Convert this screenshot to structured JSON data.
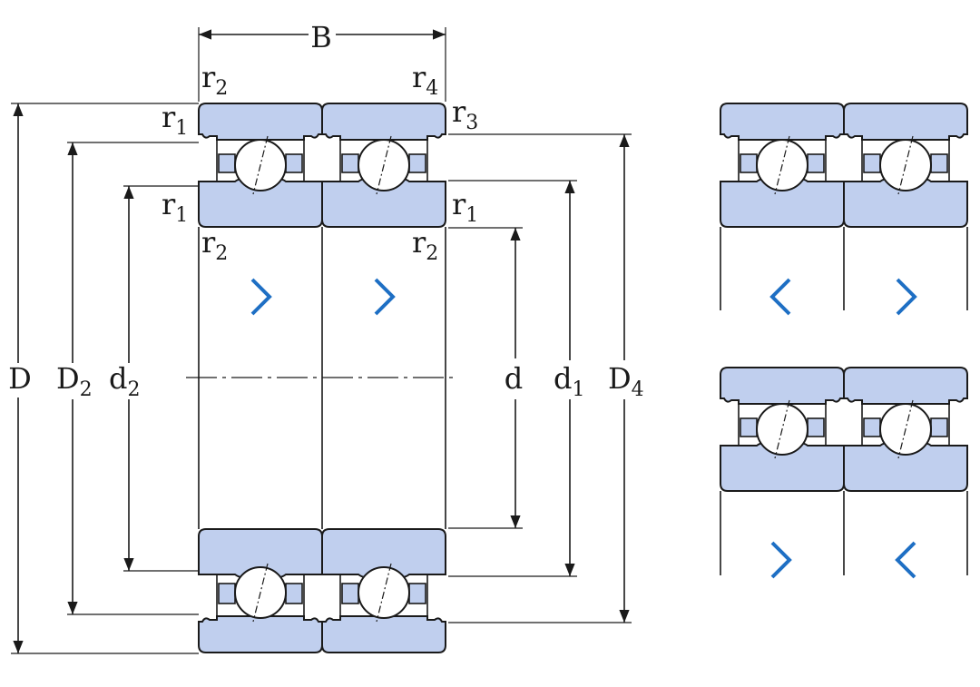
{
  "dimensions": {
    "B": "B",
    "D": "D",
    "D2": {
      "base": "D",
      "sub": "2"
    },
    "d2": {
      "base": "d",
      "sub": "2"
    },
    "d": "d",
    "d1": {
      "base": "d",
      "sub": "1"
    },
    "D4": {
      "base": "D",
      "sub": "4"
    }
  },
  "radii": {
    "r1": {
      "base": "r",
      "sub": "1"
    },
    "r2": {
      "base": "r",
      "sub": "2"
    },
    "r3": {
      "base": "r",
      "sub": "3"
    },
    "r4": {
      "base": "r",
      "sub": "4"
    }
  },
  "arrangements": {
    "main": [
      "right",
      "right"
    ],
    "back_to_back": [
      "left",
      "right"
    ],
    "face_to_face": [
      "right",
      "left"
    ]
  },
  "colors": {
    "ring_fill": "#c0cfee",
    "outline": "#1a1a1a",
    "direction_arrow": "#1e6fc4"
  }
}
